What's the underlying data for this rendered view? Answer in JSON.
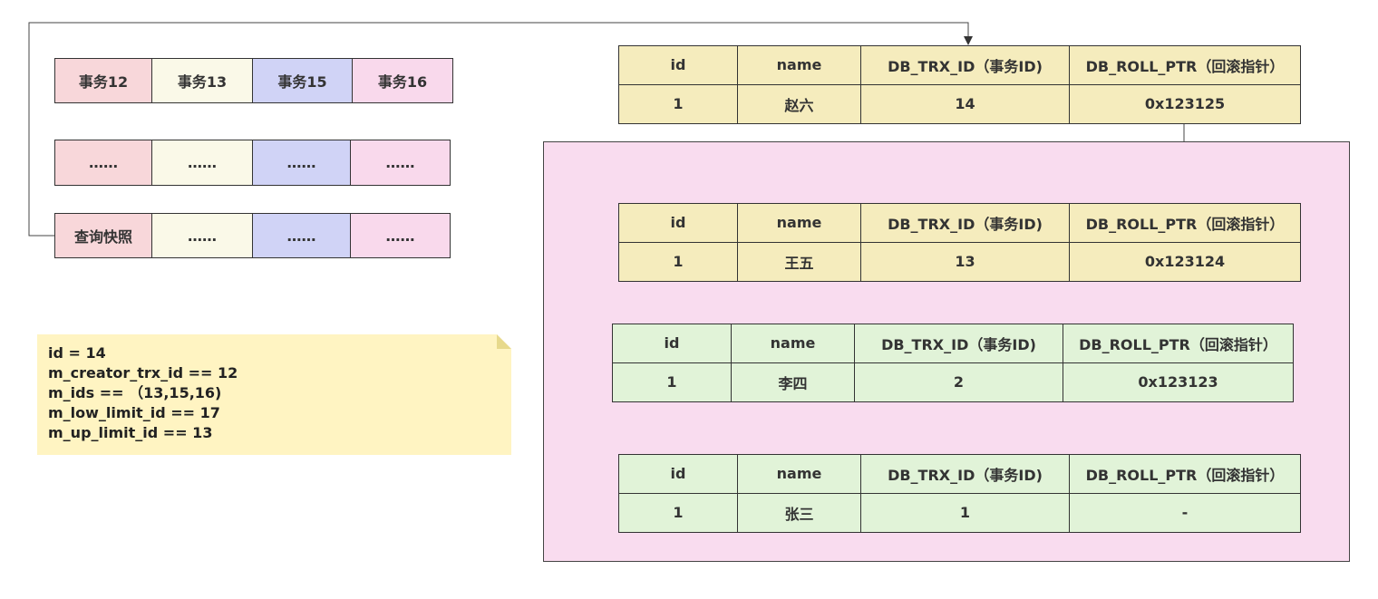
{
  "transaction_grid": {
    "rows": [
      [
        "事务12",
        "事务13",
        "事务15",
        "事务16"
      ],
      [
        "……",
        "……",
        "……",
        "……"
      ],
      [
        "查询快照",
        "……",
        "……",
        "……"
      ]
    ]
  },
  "read_view_note": {
    "lines": [
      "id = 14",
      "m_creator_trx_id == 12",
      "m_ids == （13,15,16)",
      "m_low_limit_id ==  17",
      "m_up_limit_id == 13"
    ]
  },
  "record_header": [
    "id",
    "name",
    "DB_TRX_ID（事务ID)",
    "DB_ROLL_PTR（回滚指针）"
  ],
  "records": [
    {
      "values": [
        "1",
        "赵六",
        "14",
        "0x123125"
      ]
    },
    {
      "values": [
        "1",
        "王五",
        "13",
        "0x123124"
      ]
    },
    {
      "values": [
        "1",
        "李四",
        "2",
        "0x123123"
      ]
    },
    {
      "values": [
        "1",
        "张三",
        "1",
        "-"
      ]
    }
  ],
  "colors": {
    "tx_red": "#f8d7da",
    "tx_yellow": "#faf9e8",
    "tx_blue": "#d0d3f6",
    "tx_pink": "#f9d9ec",
    "record_yellow": "#f5ecbd",
    "record_green": "#e1f3d8",
    "undo_log_box": "#f9dcef",
    "note_yellow": "#fff4c2"
  }
}
